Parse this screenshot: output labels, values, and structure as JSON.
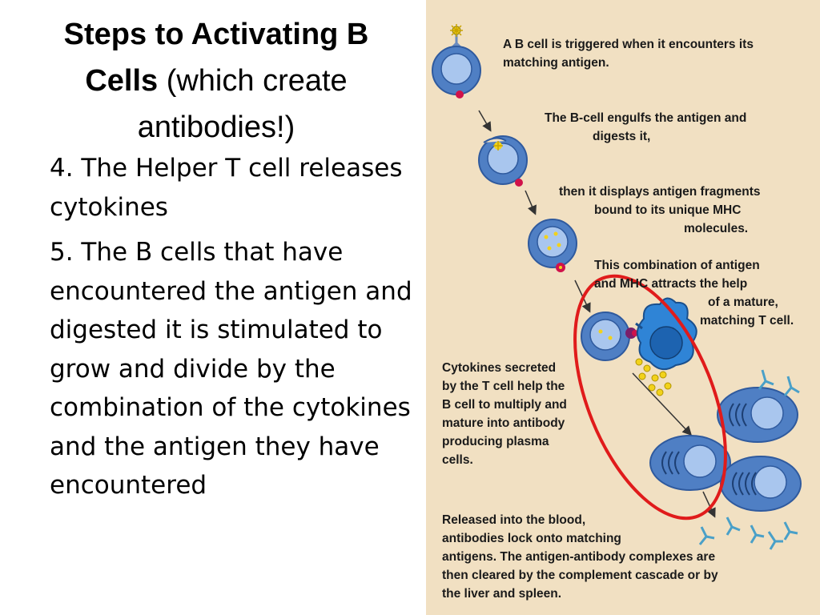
{
  "title": {
    "bold_part": "Steps to Activating B Cells",
    "normal_part": "(which create antibodies!)"
  },
  "bullets": [
    "4. The Helper T cell releases cytokines",
    "5. The B cells that have encountered the antigen and digested it is stimulated to grow and divide by the combination of the cytokines and the antigen they have encountered"
  ],
  "diagram": {
    "caption_1": [
      "A B cell is triggered when it encounters its",
      "matching antigen."
    ],
    "caption_2": [
      "The B-cell engulfs the antigen and",
      "digests it,"
    ],
    "caption_3": [
      "then it displays antigen fragments",
      "bound to its unique MHC",
      "molecules."
    ],
    "caption_4": [
      "This combination of antigen",
      "and MHC attracts the help",
      "of a  mature,",
      "matching T cell."
    ],
    "caption_5": [
      "Cytokines secreted",
      "by the T cell help the",
      "B cell to multiply and",
      "mature into antibody",
      "producing plasma",
      "cells."
    ],
    "caption_6": [
      "Released into the blood,",
      "antibodies lock onto matching",
      "antigens. The antigen-antibody complexes are",
      "then cleared by the complement cascade or by",
      "the liver and spleen."
    ],
    "colors": {
      "background": "#f1e0c2",
      "cell_fill": "#4f7fc4",
      "cell_inner": "#a9c6ee",
      "antigen": "#f2d21a",
      "mhc": "#d0124a",
      "highlight": "#e01b1b"
    }
  }
}
